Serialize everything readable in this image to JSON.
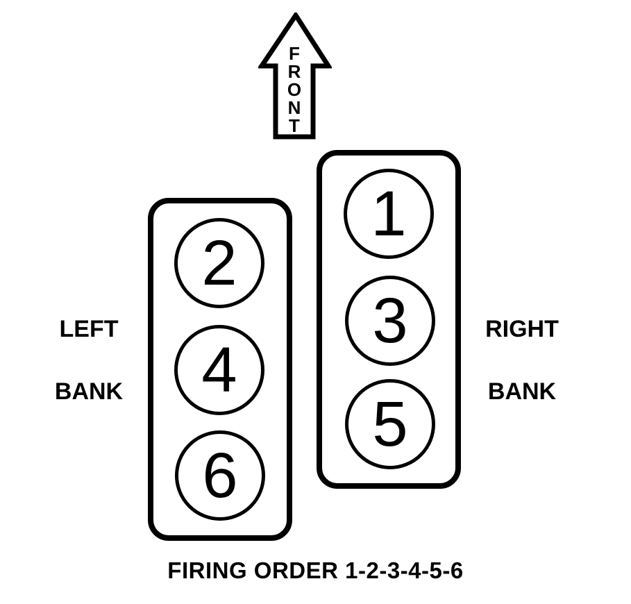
{
  "diagram": {
    "front_arrow": {
      "label": "FRONT"
    },
    "left_bank": {
      "label_line1": "LEFT",
      "label_line2": "BANK",
      "cylinders": [
        "2",
        "4",
        "6"
      ]
    },
    "right_bank": {
      "label_line1": "RIGHT",
      "label_line2": "BANK",
      "cylinders": [
        "1",
        "3",
        "5"
      ]
    },
    "caption": "FIRING ORDER 1-2-3-4-5-6",
    "colors": {
      "line": "#000000",
      "background": "#ffffff"
    }
  }
}
